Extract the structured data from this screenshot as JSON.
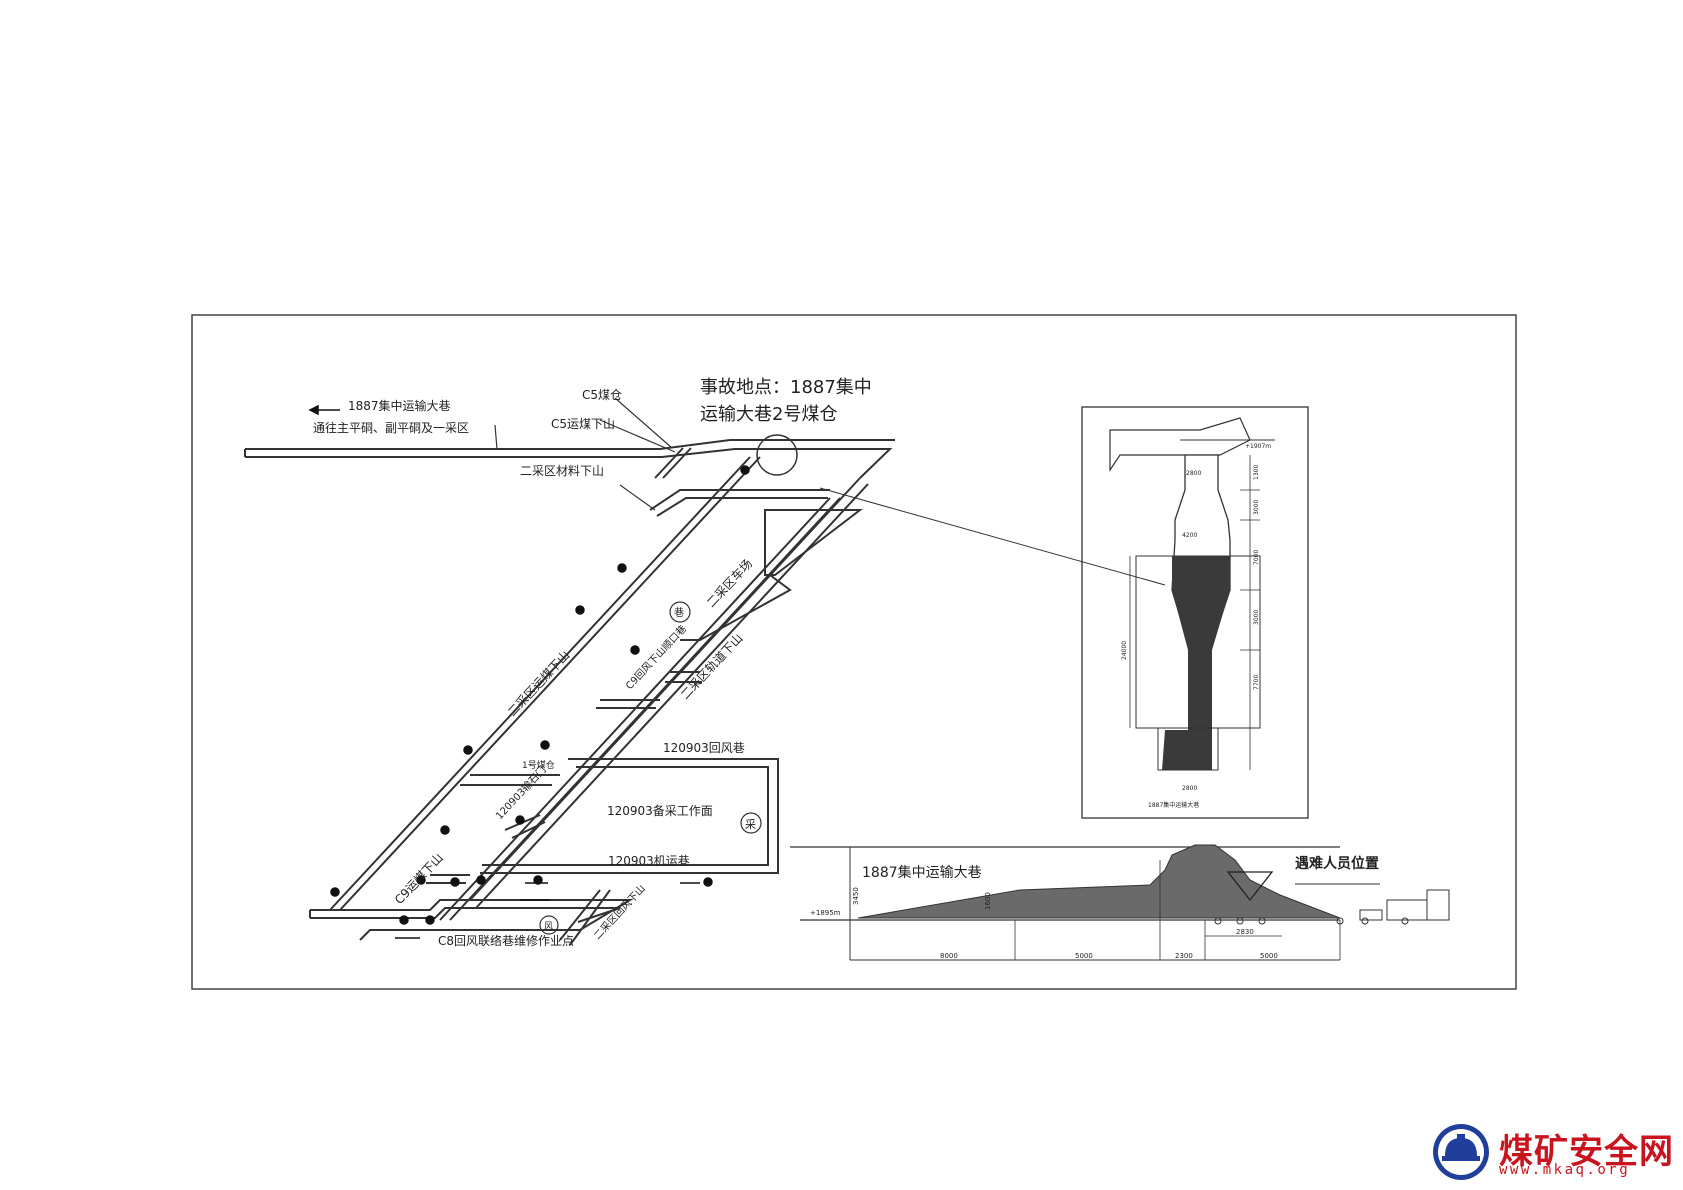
{
  "diagram": {
    "accident_line1": "事故地点：1887集中",
    "accident_line2": "运输大巷2号煤仓",
    "main_roadway": "1887集中运输大巷",
    "main_roadway_dest": "通往主平硐、副平硐及一采区",
    "c5_bunker": "C5煤仓",
    "c5_incline": "C5运煤下山",
    "material_incline": "二采区材料下山",
    "coal_incline": "二采区运煤下山",
    "car_yard": "二采区车场",
    "track_incline": "二采区轨道下山",
    "c9_return_label": "C9回风下山顺口巷",
    "c9_incline": "C9运煤下山",
    "return_way": "120903回风巷",
    "face": "120903备采工作面",
    "machine_way": "120903机运巷",
    "bunker_small": "1号煤仓",
    "transport_gate": "120903输石门",
    "return_incline": "二采区回风下山",
    "c8_work": "C8回风联络巷维修作业点",
    "mark_xiang": "巷",
    "mark_cai": "采",
    "mark_feng": "风"
  },
  "section": {
    "caption": "1887集中运输大巷",
    "victim_position": "遇难人员位置",
    "elev_left": "+1895m",
    "dims": [
      "8000",
      "5000",
      "2300",
      "5000"
    ],
    "dim_inner": "2830",
    "height_dim": "3450",
    "pile_dim": "1600"
  },
  "bunker": {
    "caption": "1887集中运输大巷",
    "top_elev": "+1907m",
    "d_top": "2800",
    "d_mid": "4200",
    "d_bottom": "2800",
    "total_height": "24000",
    "segs": [
      "1300",
      "3000",
      "7000",
      "3000",
      "7700"
    ]
  },
  "watermark": {
    "name": "煤矿安全网",
    "url": "www.mkaq.org"
  }
}
